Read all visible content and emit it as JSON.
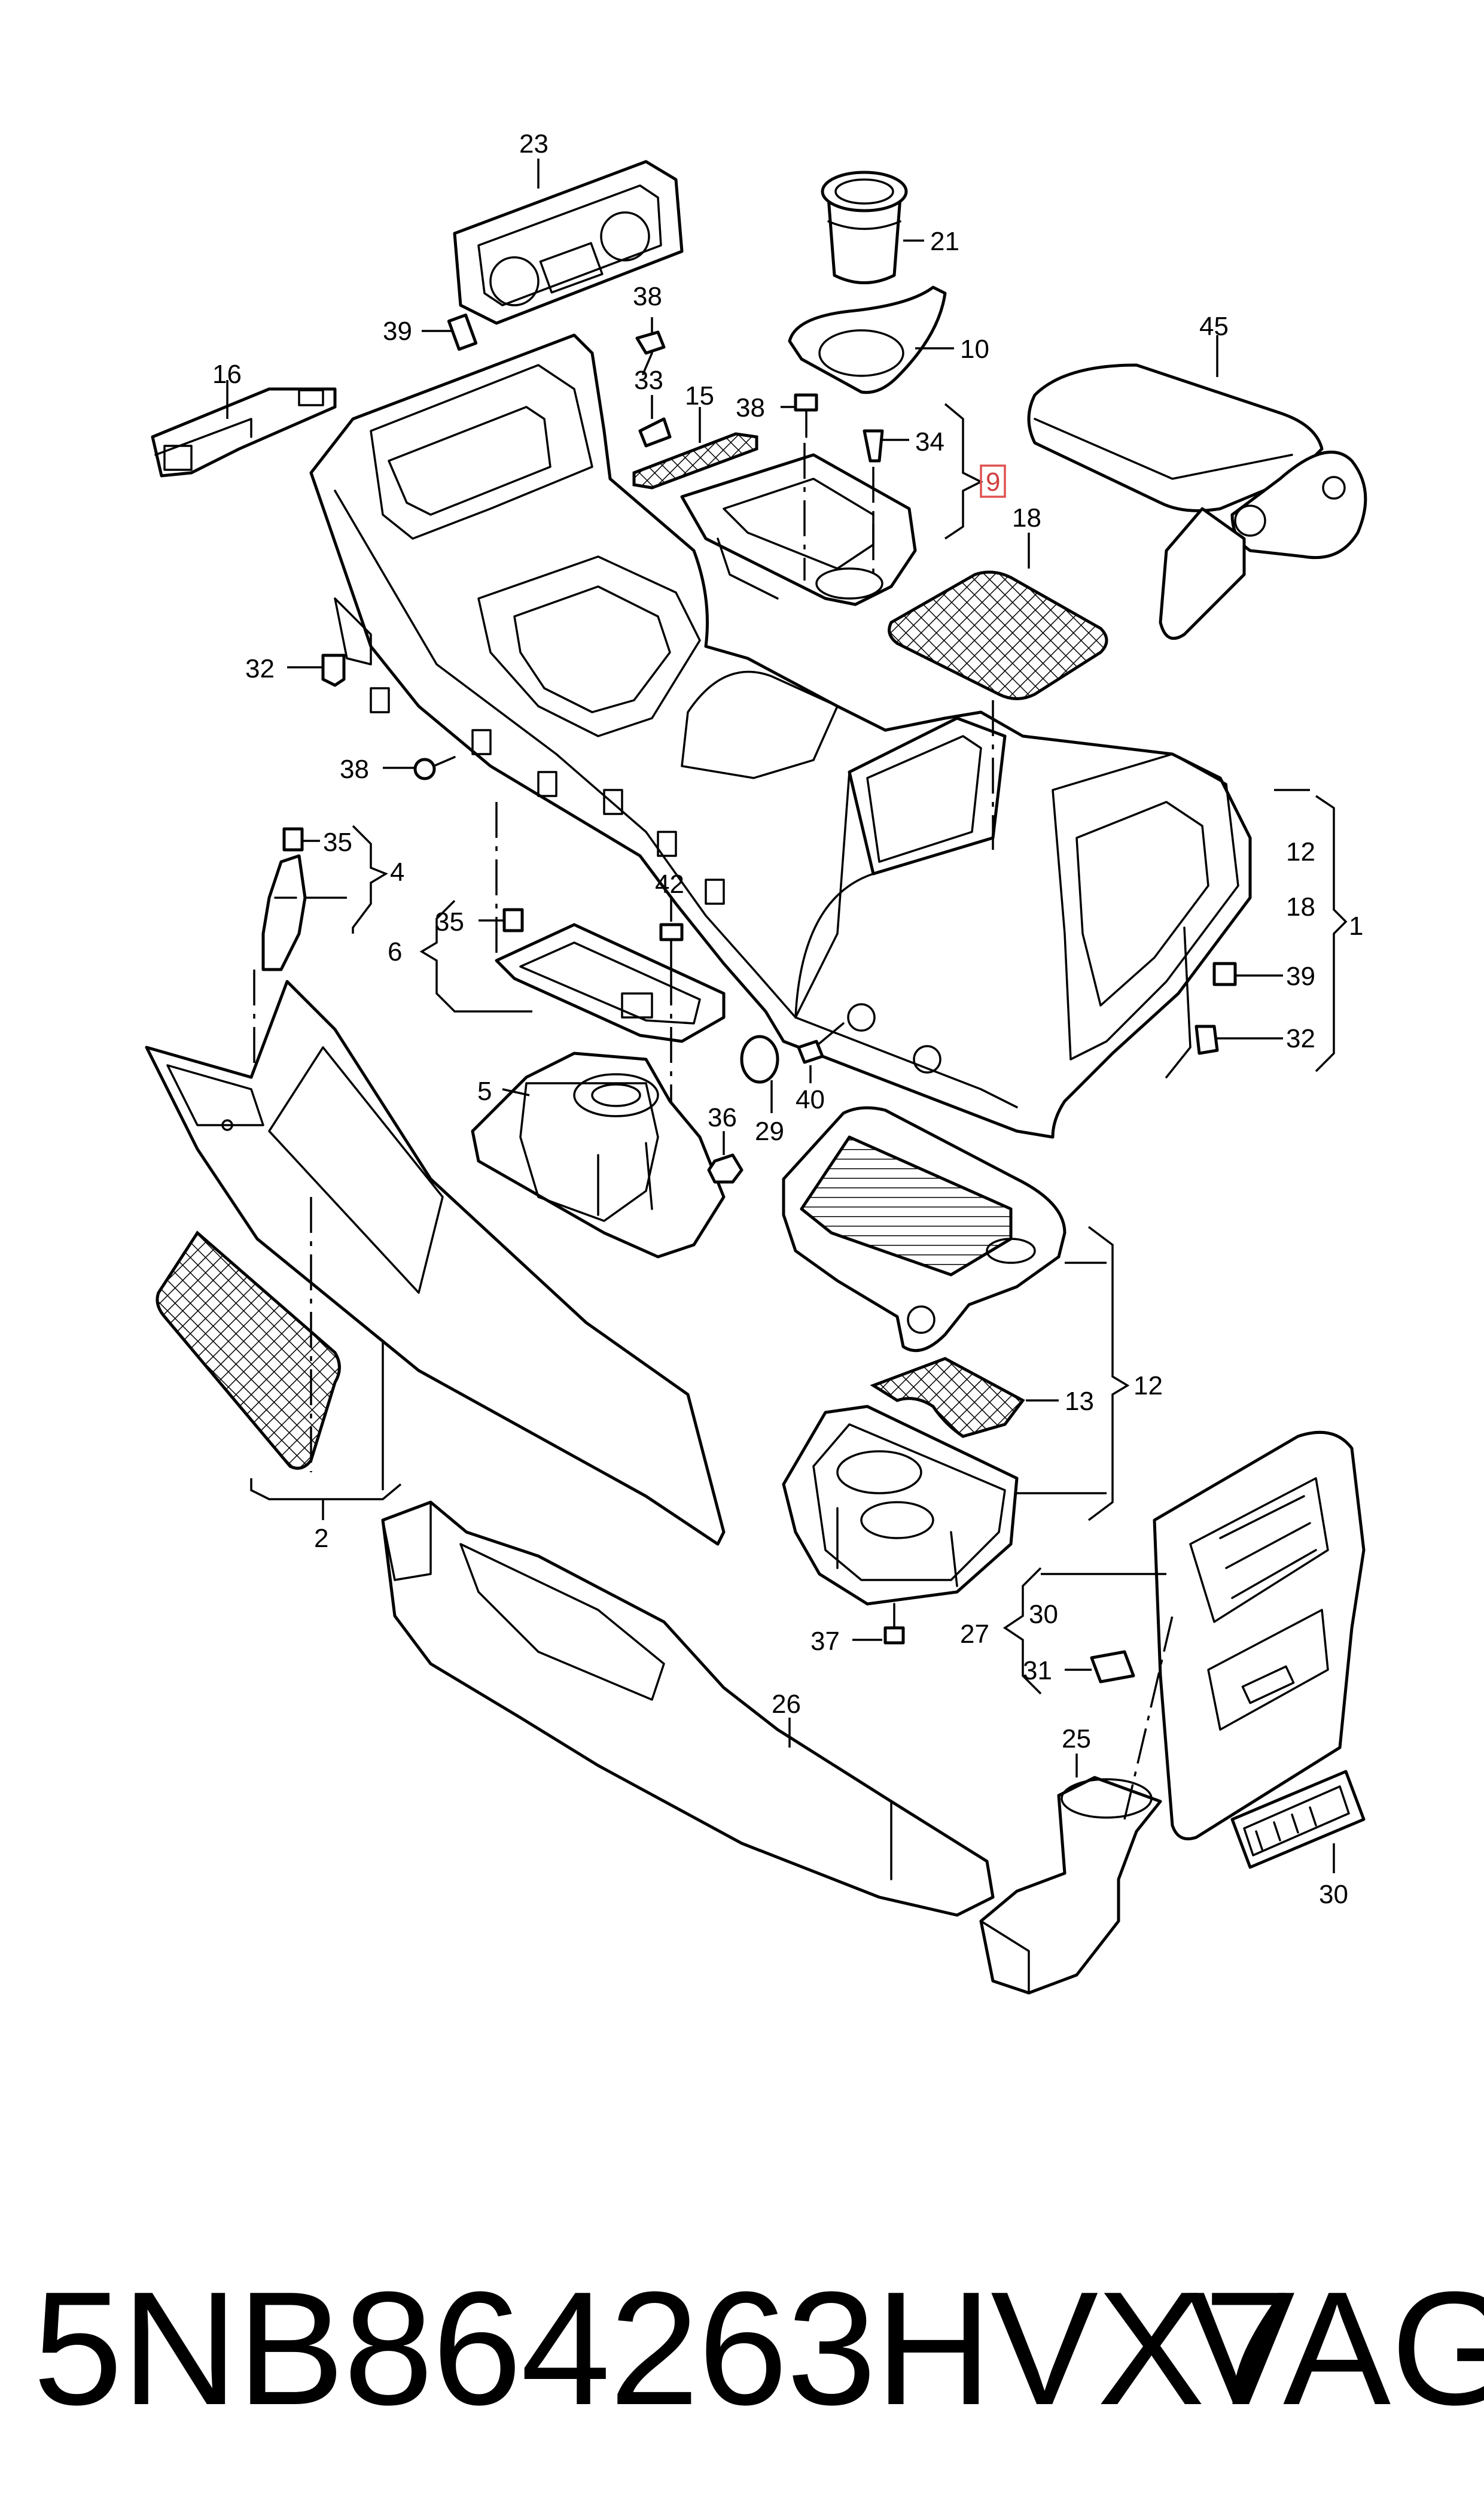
{
  "diagram": {
    "callouts": {
      "c1": "1",
      "c2": "2",
      "c4": "4",
      "c5": "5",
      "c6": "6",
      "c9": "9",
      "c10": "10",
      "c12a": "12",
      "c12b": "12",
      "c13": "13",
      "c15": "15",
      "c16": "16",
      "c18a": "18",
      "c18b": "18",
      "c21": "21",
      "c23": "23",
      "c25": "25",
      "c26": "26",
      "c27": "27",
      "c29": "29",
      "c30a": "30",
      "c30b": "30",
      "c31": "31",
      "c32a": "32",
      "c32b": "32",
      "c33": "33",
      "c34": "34",
      "c35a": "35",
      "c35b": "35",
      "c36": "36",
      "c37": "37",
      "c38a": "38",
      "c38b": "38",
      "c38c": "38",
      "c39a": "39",
      "c39b": "39",
      "c40": "40",
      "c42": "42",
      "c45": "45"
    },
    "highlight_color": "#e05050"
  },
  "footer": {
    "part_number": "5NB864263HVX7",
    "brand": "VAG"
  }
}
